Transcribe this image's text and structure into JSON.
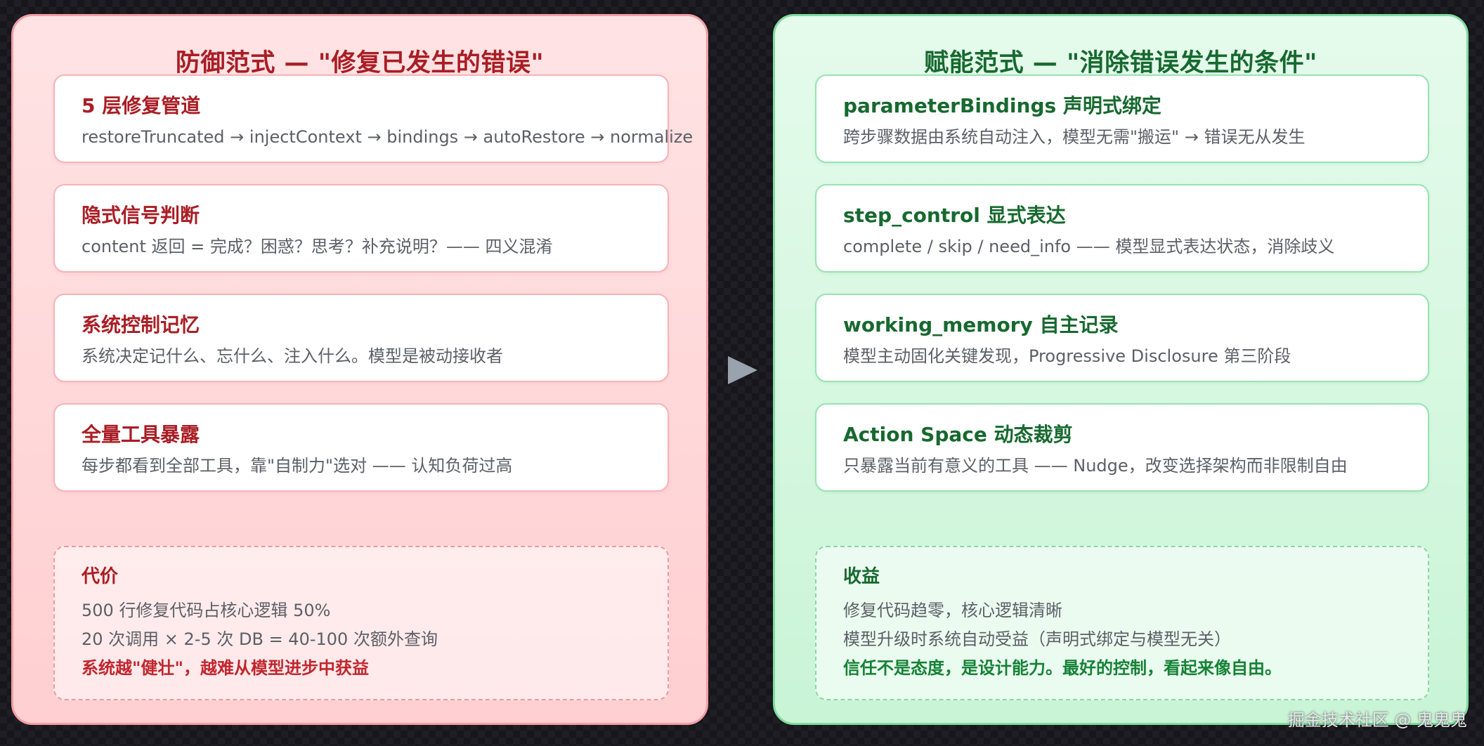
{
  "left_panel": {
    "title": "防御范式 — \"修复已发生的错误\"",
    "cards": [
      {
        "title": "5 层修复管道",
        "desc": "restoreTruncated → injectContext → bindings → autoRestore → normalize"
      },
      {
        "title": "隐式信号判断",
        "desc": "content 返回 = 完成？困惑？思考？补充说明？—— 四义混淆"
      },
      {
        "title": "系统控制记忆",
        "desc": "系统决定记什么、忘什么、注入什么。模型是被动接收者"
      },
      {
        "title": "全量工具暴露",
        "desc": "每步都看到全部工具，靠\"自制力\"选对 —— 认知负荷过高"
      }
    ],
    "note": {
      "title": "代价",
      "lines": [
        "500 行修复代码占核心逻辑 50%",
        "20 次调用 × 2-5 次 DB = 40-100 次额外查询"
      ],
      "emphasis": "系统越\"健壮\"，越难从模型进步中获益"
    }
  },
  "right_panel": {
    "title": "赋能范式 — \"消除错误发生的条件\"",
    "cards": [
      {
        "title": "parameterBindings 声明式绑定",
        "desc": "跨步骤数据由系统自动注入，模型无需\"搬运\" → 错误无从发生"
      },
      {
        "title": "step_control 显式表达",
        "desc": "complete / skip / need_info —— 模型显式表达状态，消除歧义"
      },
      {
        "title": "working_memory 自主记录",
        "desc": "模型主动固化关键发现，Progressive Disclosure 第三阶段"
      },
      {
        "title": "Action Space 动态裁剪",
        "desc": "只暴露当前有意义的工具 —— Nudge，改变选择架构而非限制自由"
      }
    ],
    "note": {
      "title": "收益",
      "lines": [
        "修复代码趋零，核心逻辑清晰",
        "模型升级时系统自动受益（声明式绑定与模型无关）"
      ],
      "emphasis": "信任不是态度，是设计能力。最好的控制，看起来像自由。"
    }
  },
  "watermark": "掘金技术社区 @ 鬼鬼鬼",
  "icons": {
    "arrow": "play-arrow-icon"
  },
  "colors": {
    "left_accent": "#a91d24",
    "right_accent": "#17692f",
    "arrow": "#9aa3ad"
  }
}
